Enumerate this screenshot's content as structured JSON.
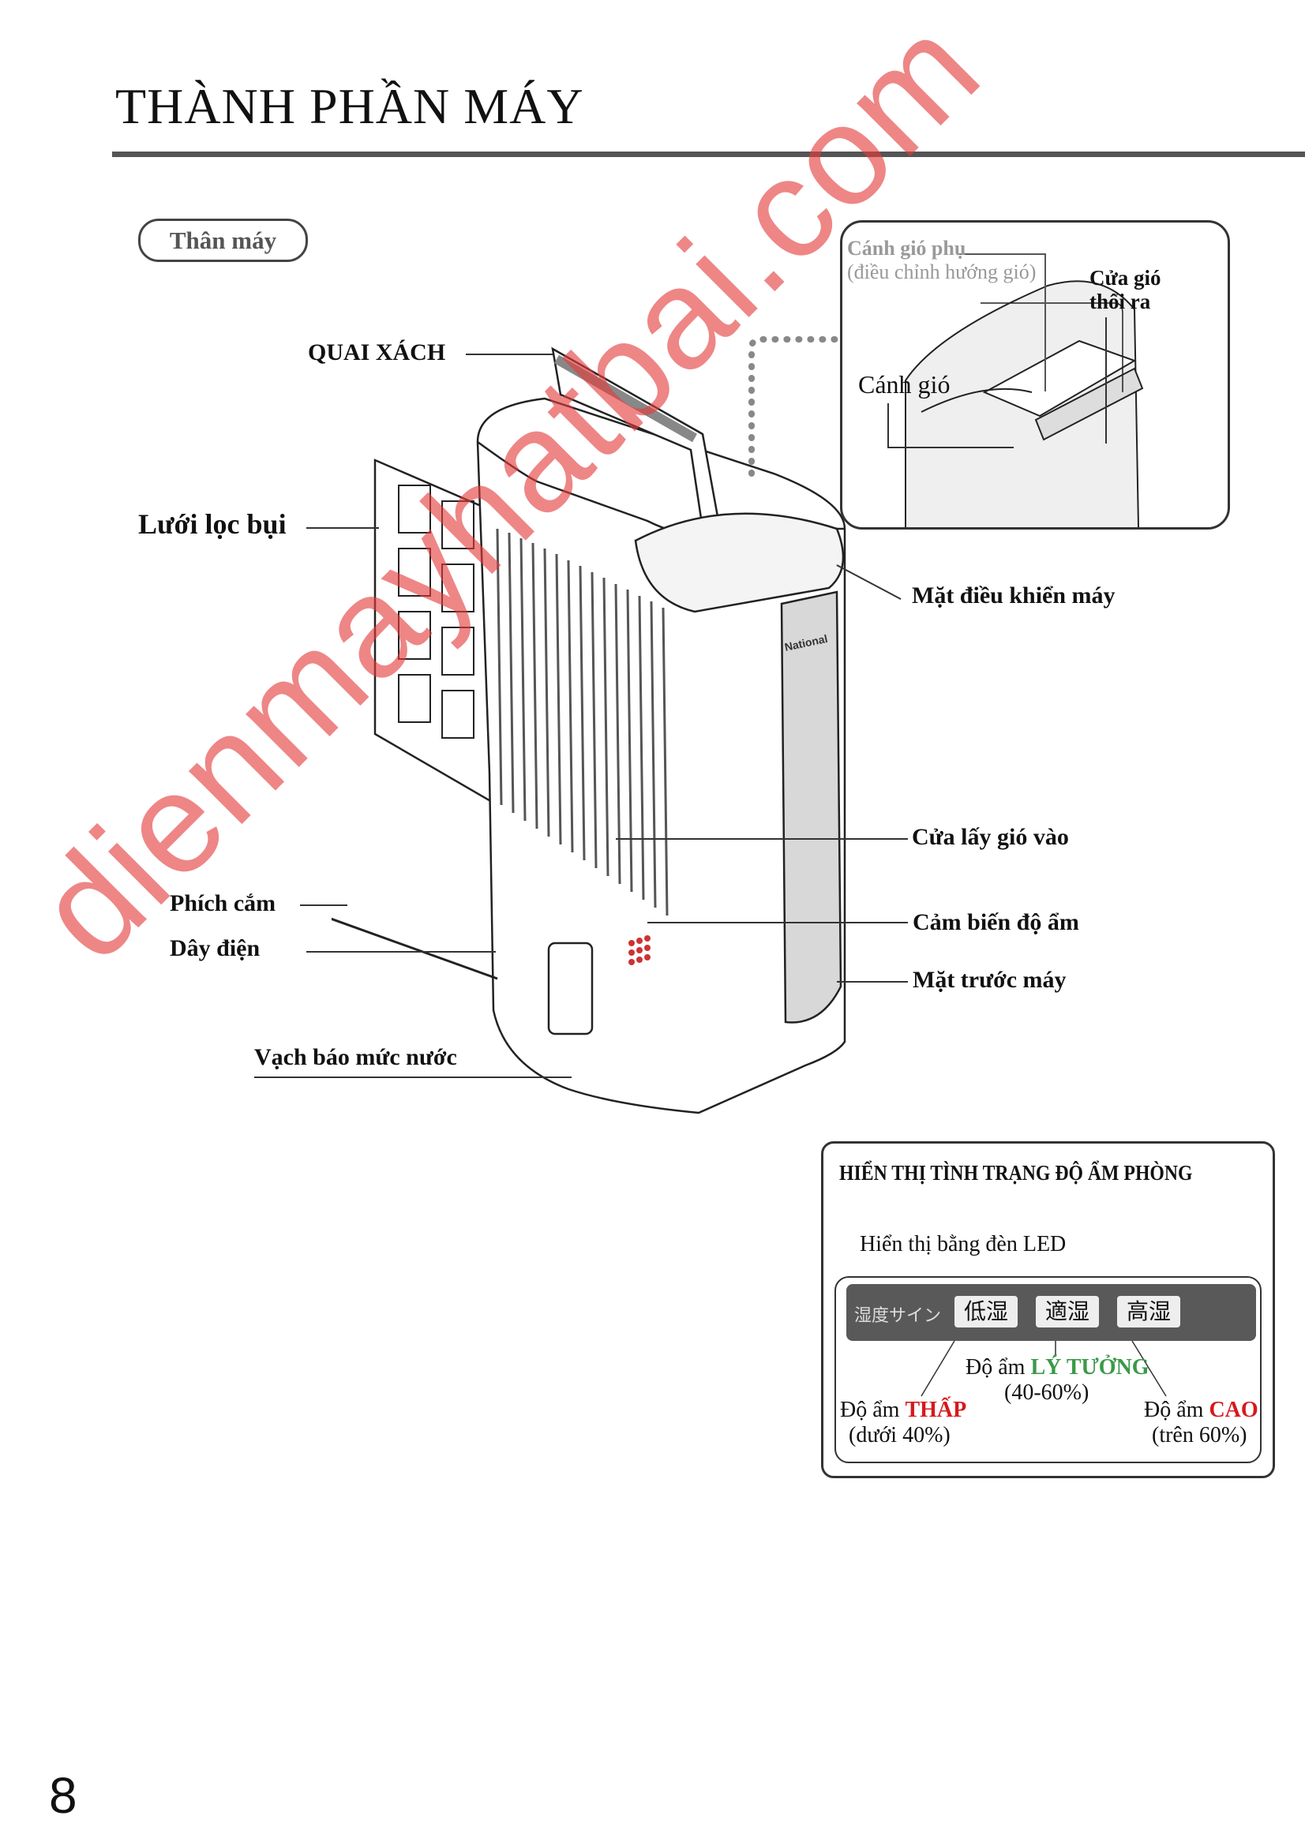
{
  "page": {
    "title": "THÀNH PHẦN MÁY",
    "section_pill": "Thân máy",
    "page_number": "8",
    "watermark": "dienmayhatbai.com"
  },
  "diagram": {
    "labels": {
      "handle": "QUAI XÁCH",
      "dust_filter": "Lưới lọc bụi",
      "control_panel": "Mặt điều khiển máy",
      "air_inlet": "Cửa lấy gió vào",
      "humidity_sensor": "Cảm biến độ ẩm",
      "front_panel": "Mặt trước máy",
      "plug": "Phích cắm",
      "power_cord": "Dây điện",
      "water_level": "Vạch báo mức nước",
      "brand": "National"
    },
    "inset": {
      "sub_louver": "Cánh gió phụ",
      "sub_louver_note": "(điều chỉnh hướng gió)",
      "outlet_line1": "Cửa gió",
      "outlet_line2": "thổi ra",
      "louver": "Cánh gió"
    }
  },
  "humidity_panel": {
    "title": "HIỂN THỊ TÌNH TRẠNG ĐỘ ẨM PHÒNG",
    "subtitle": "Hiển thị bằng đèn LED",
    "led_label": "湿度サイン",
    "leds": [
      "低湿",
      "適湿",
      "高湿"
    ],
    "prefix": "Độ ẩm",
    "low": {
      "word": "THẤP",
      "range": "(dưới 40%)",
      "color": "#d7191c"
    },
    "ideal": {
      "word": "LÝ TƯỞNG",
      "range": "(40-60%)",
      "color": "#3a9a48"
    },
    "high": {
      "word": "CAO",
      "range": "(trên 60%)",
      "color": "#d7191c"
    }
  }
}
